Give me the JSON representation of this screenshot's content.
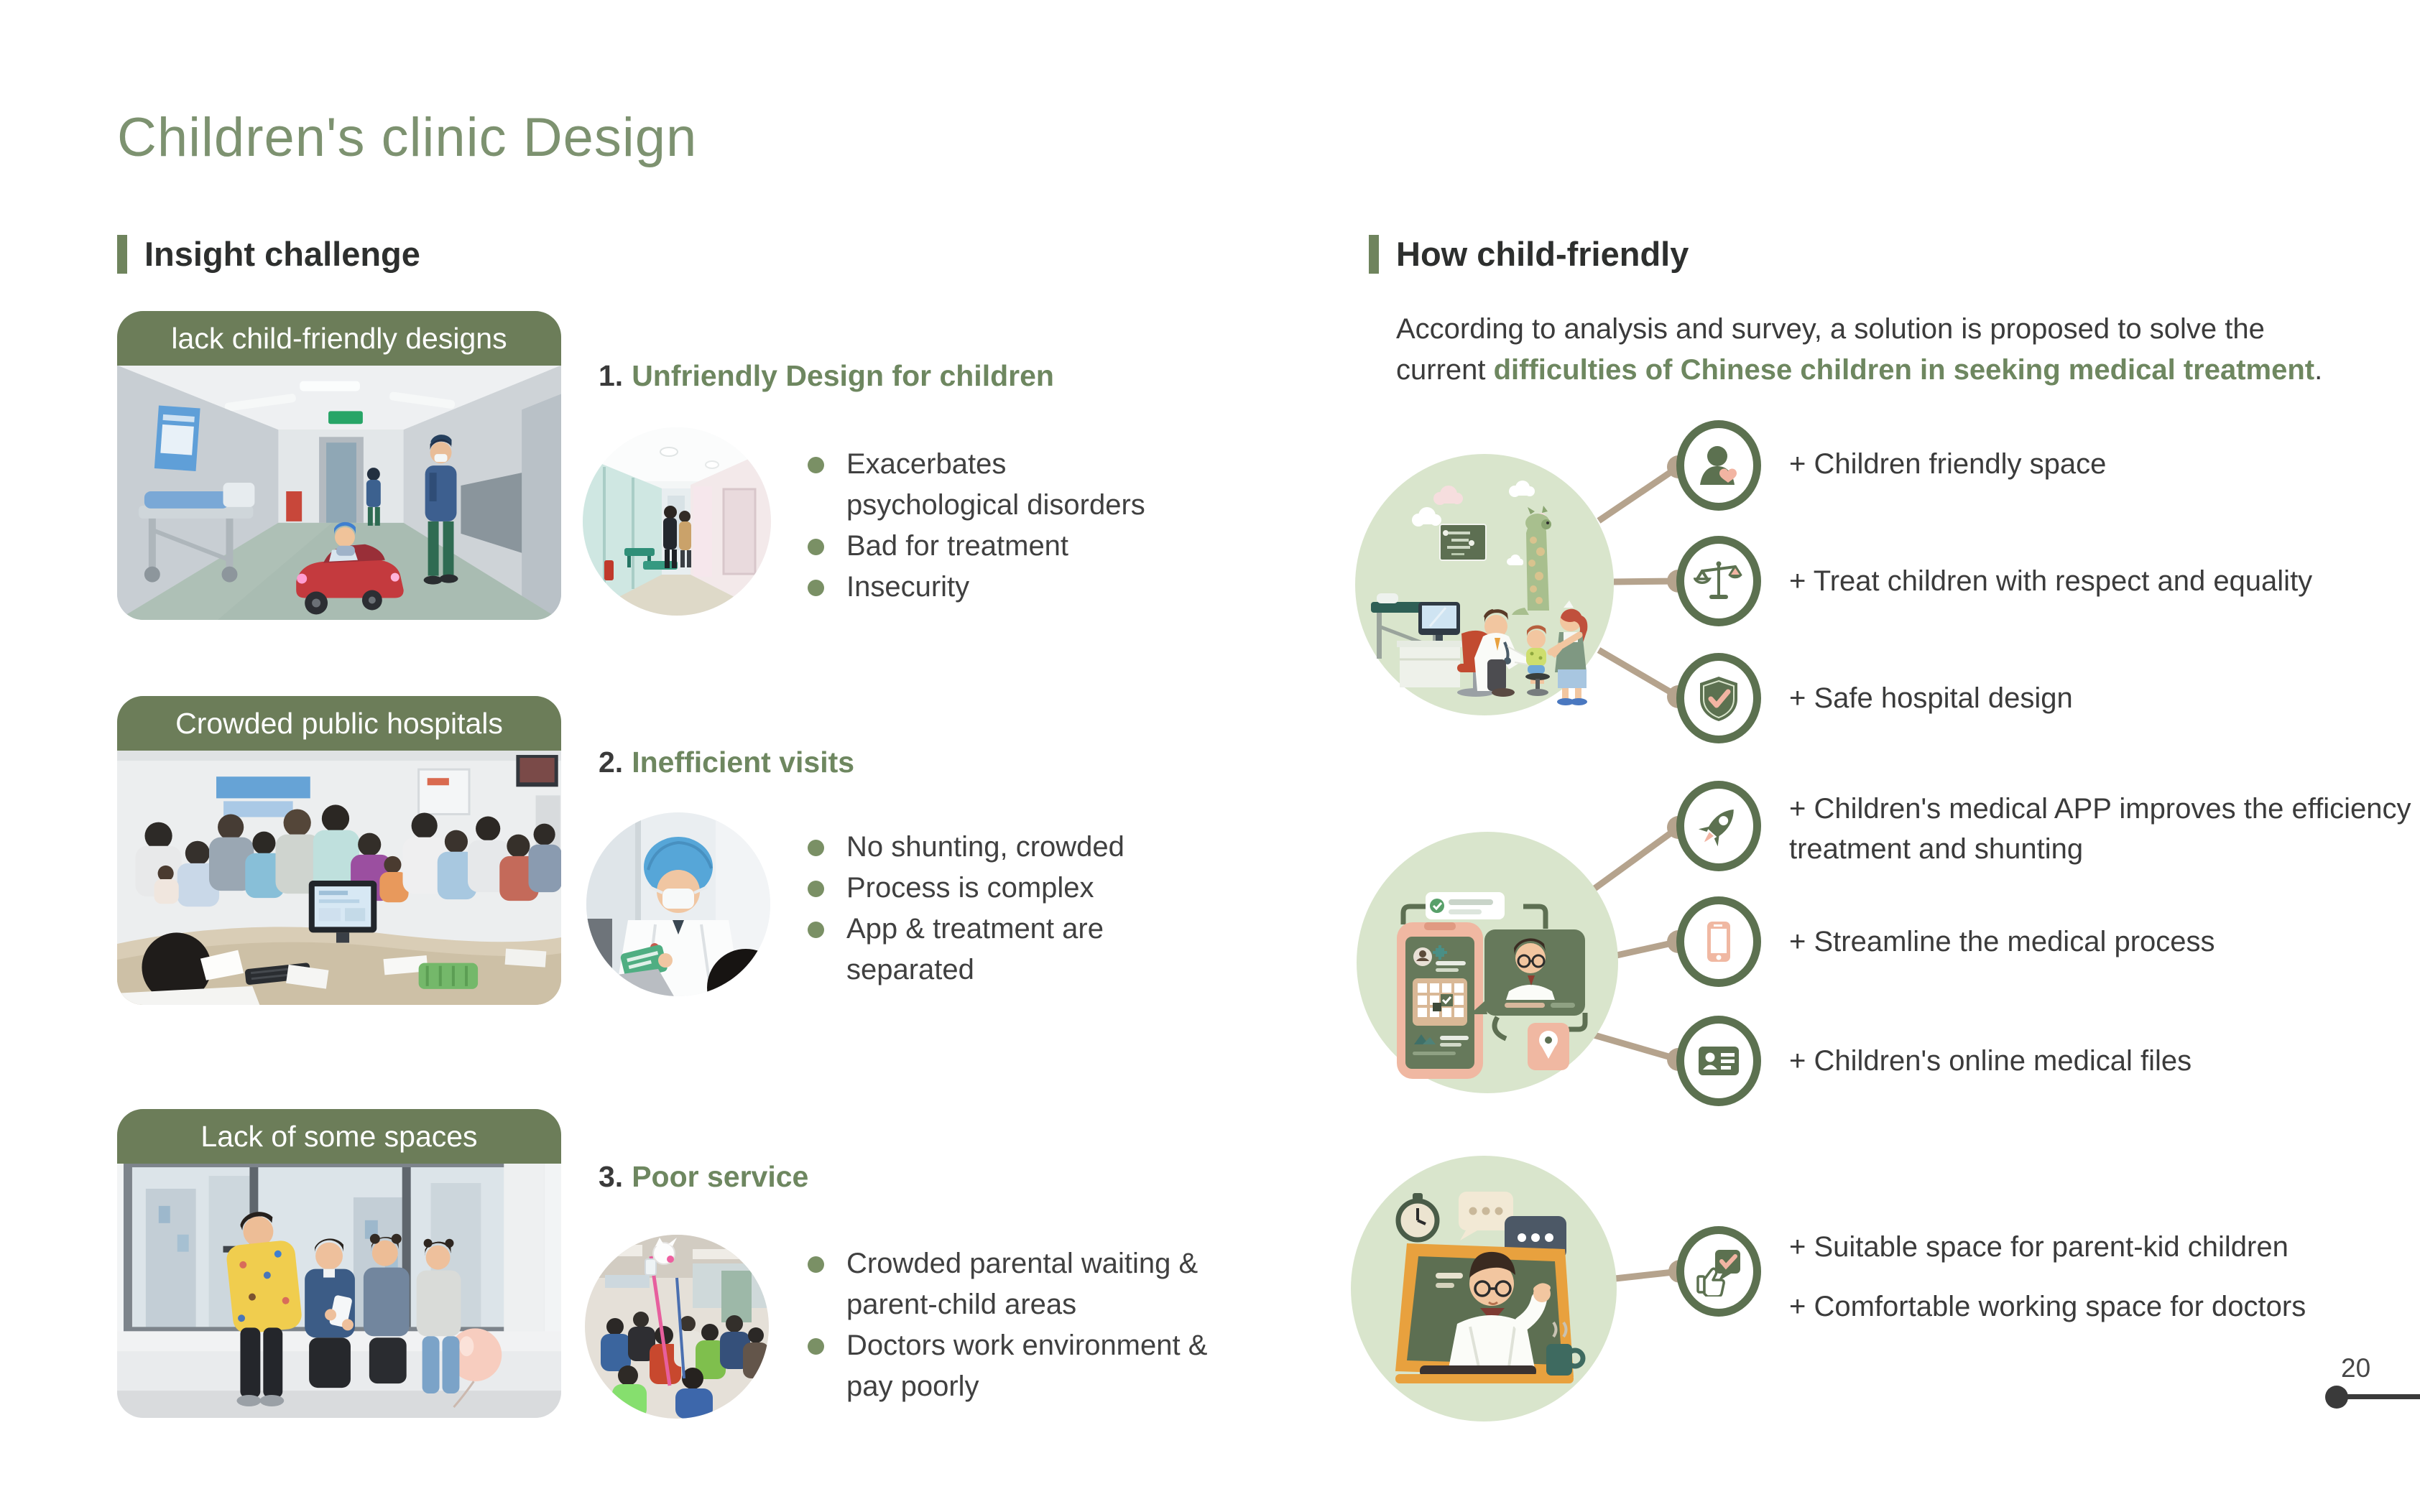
{
  "title": "Children's clinic Design",
  "footer": {
    "page_number": "20"
  },
  "left": {
    "heading": "Insight challenge",
    "cards": [
      {
        "label": "lack child-friendly designs"
      },
      {
        "label": "Crowded public hospitals"
      },
      {
        "label": "Lack of some spaces"
      }
    ],
    "points": [
      {
        "num": "1.",
        "title": "Unfriendly Design for children",
        "bullets": [
          "Exacerbates psychological disorders",
          "Bad for treatment",
          "Insecurity"
        ]
      },
      {
        "num": "2.",
        "title": "Inefficient visits",
        "bullets": [
          "No shunting, crowded",
          "Process is complex",
          "App & treatment are separated"
        ]
      },
      {
        "num": "3.",
        "title": "Poor service",
        "bullets": [
          "Crowded parental waiting & parent-child areas",
          "Doctors work environment & pay poorly"
        ]
      }
    ]
  },
  "right": {
    "heading": "How child-friendly",
    "intro_pre": "According to analysis and survey, a solution is proposed to solve the current ",
    "intro_highlight": "difficulties of Chinese children in seeking medical treatment",
    "intro_post": ".",
    "labels": {
      "friendly_space": "+ Children friendly space",
      "respect": "+ Treat children with respect and equality",
      "safe": "+ Safe hospital design",
      "app": "+ Children's medical APP improves the efficiency of treatment and shunting",
      "streamline": "+ Streamline the medical process",
      "files": "+ Children's online medical files",
      "parent_kid": "+ Suitable space for parent-kid children",
      "comfortable": "+ Comfortable working space for doctors"
    },
    "icons": {
      "group1": [
        "person-heart-icon",
        "scales-icon",
        "shield-check-icon"
      ],
      "group2": [
        "rocket-icon",
        "smartphone-icon",
        "id-card-icon"
      ],
      "group3": [
        "thumbs-check-icon"
      ]
    }
  },
  "colors": {
    "accent_green": "#7d9270",
    "dark_green": "#5c7150",
    "header_green": "#6c7d59",
    "light_green": "#d9e5cc",
    "tan_connector": "#b5a38d",
    "salmon": "#f0b8a2",
    "text": "#3b3b3b"
  }
}
